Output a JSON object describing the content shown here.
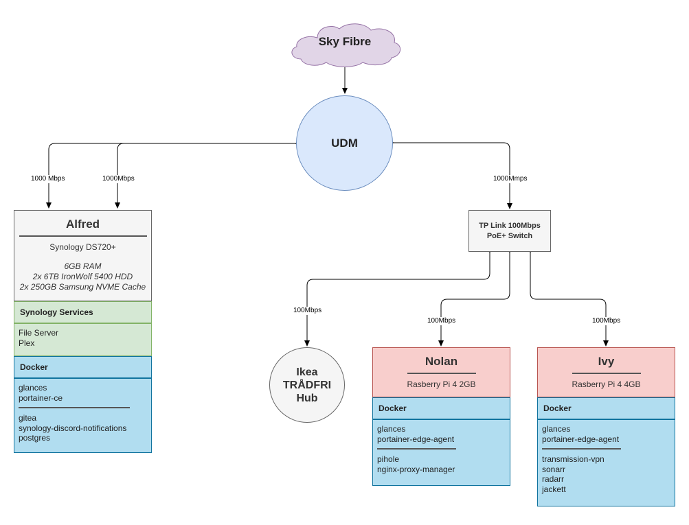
{
  "cloud": {
    "label": "Sky Fibre",
    "fill": "#e1d5e7",
    "stroke": "#9673a6"
  },
  "udm": {
    "label": "UDM"
  },
  "switch": {
    "line1": "TP Link 100Mbps",
    "line2": "PoE+ Switch"
  },
  "hub": {
    "line1": "Ikea",
    "line2": "TRÅDFRI",
    "line3": "Hub"
  },
  "links": {
    "alfred_a": "1000 Mbps",
    "alfred_b": "1000Mbps",
    "switch_uplink": "1000Mmps",
    "hub": "100Mbps",
    "nolan": "100Mbps",
    "ivy": "100Mbps"
  },
  "alfred": {
    "name": "Alfred",
    "model": "Synology DS720+",
    "specs": [
      "6GB RAM",
      "2x 6TB IronWolf 5400 HDD",
      "2x 250GB Samsung NVME Cache"
    ],
    "services_title": "Synology Services",
    "services": [
      "File Server",
      "Plex"
    ],
    "docker_title": "Docker",
    "docker_group1": [
      "glances",
      "portainer-ce"
    ],
    "docker_group2": [
      "gitea",
      "synology-discord-notifications",
      "postgres"
    ]
  },
  "nolan": {
    "name": "Nolan",
    "model": "Rasberry Pi 4 2GB",
    "docker_title": "Docker",
    "docker_group1": [
      "glances",
      "portainer-edge-agent"
    ],
    "docker_group2": [
      "pihole",
      "nginx-proxy-manager"
    ]
  },
  "ivy": {
    "name": "Ivy",
    "model": "Rasberry Pi 4 4GB",
    "docker_title": "Docker",
    "docker_group1": [
      "glances",
      "portainer-edge-agent"
    ],
    "docker_group2": [
      "transmission-vpn",
      "sonarr",
      "radarr",
      "jackett"
    ]
  }
}
